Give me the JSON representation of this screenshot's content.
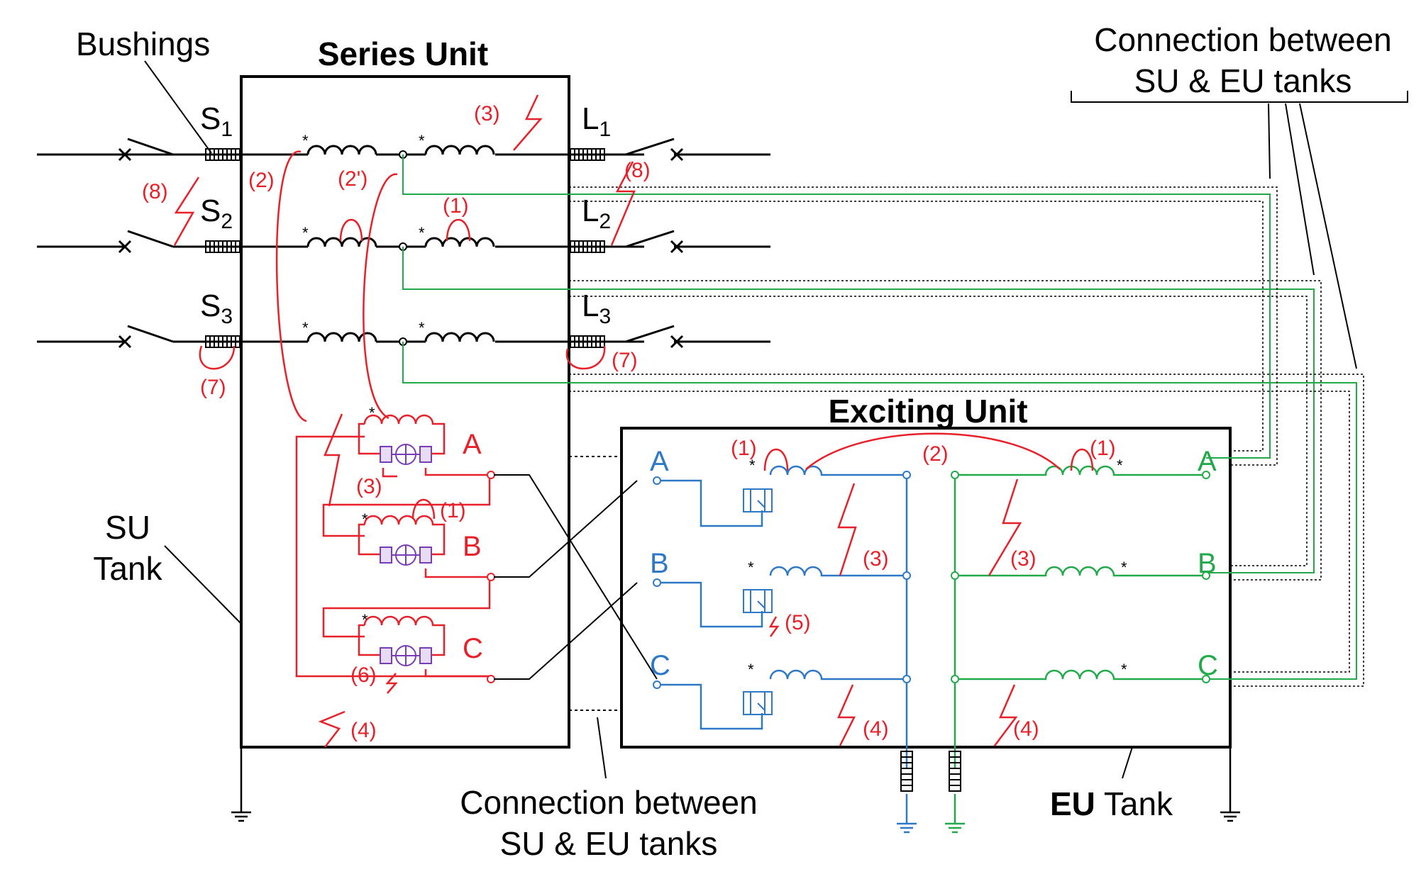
{
  "labels": {
    "bushings": "Bushings",
    "series_unit": "Series Unit",
    "exciting_unit": "Exciting Unit",
    "su_tank_line1": "SU",
    "su_tank_line2": "Tank",
    "eu_tank_bold": "EU",
    "eu_tank_rest": " Tank",
    "connection_top_line1": "Connection between",
    "connection_top_line2": "SU & EU tanks",
    "connection_bottom_line1": "Connection between",
    "connection_bottom_line2": "SU & EU tanks"
  },
  "terminals": {
    "source": [
      {
        "letter": "S",
        "sub": "1"
      },
      {
        "letter": "S",
        "sub": "2"
      },
      {
        "letter": "S",
        "sub": "3"
      }
    ],
    "load": [
      {
        "letter": "L",
        "sub": "1"
      },
      {
        "letter": "L",
        "sub": "2"
      },
      {
        "letter": "L",
        "sub": "3"
      }
    ],
    "su_phases": [
      "A",
      "B",
      "C"
    ],
    "eu_left_phases": [
      "A",
      "B",
      "C"
    ],
    "eu_right_phases": [
      "A",
      "B",
      "C"
    ]
  },
  "faults": {
    "su_3_top": "(3)",
    "su_2": "(2)",
    "su_2p": "(2')",
    "su_8_left": "(8)",
    "su_8_right": "(8)",
    "su_1": "(1)",
    "su_7_left": "(7)",
    "su_7_right": "(7)",
    "su_3_mid": "(3)",
    "su_1_b": "(1)",
    "su_6": "(6)",
    "su_4": "(4)",
    "eu_1_left": "(1)",
    "eu_2": "(2)",
    "eu_1_right": "(1)",
    "eu_3_left": "(3)",
    "eu_3_right": "(3)",
    "eu_5": "(5)",
    "eu_4_left": "(4)",
    "eu_4_right": "(4)"
  },
  "polarity_mark": "*",
  "colors": {
    "line": "#000000",
    "fault": "#e8202a",
    "su_winding": "#e8202a",
    "eu_primary": "#2e78c8",
    "eu_secondary": "#22aa4a",
    "tap_changer": "#7a3db8"
  }
}
